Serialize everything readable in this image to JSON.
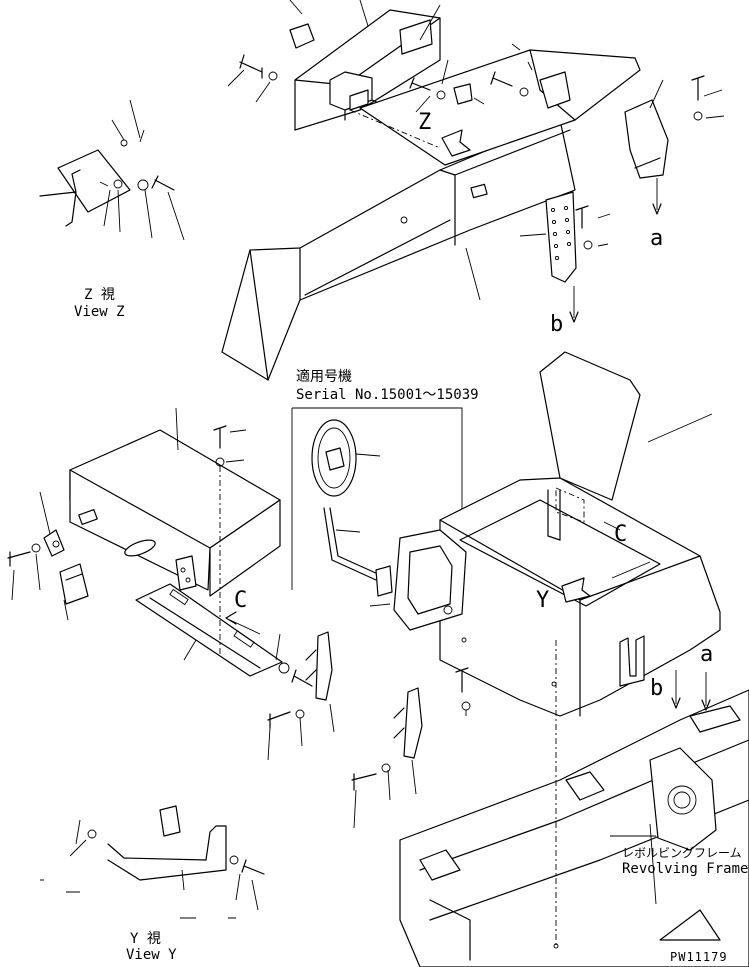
{
  "view_z": {
    "title_jp": "Z  視",
    "title_en": "View Z"
  },
  "view_y": {
    "title_jp": "Y  視",
    "title_en": "View Y"
  },
  "serial": {
    "heading_jp": "適用号機",
    "numbers": "Serial No.15001～15039"
  },
  "frame": {
    "label_jp": "レボルビングフレーム",
    "label_en": "Revolving Frame"
  },
  "markers": {
    "a": "a",
    "b": "b",
    "c": "C",
    "y": "Y",
    "z": "Z"
  },
  "drawing_id": "PW11179"
}
